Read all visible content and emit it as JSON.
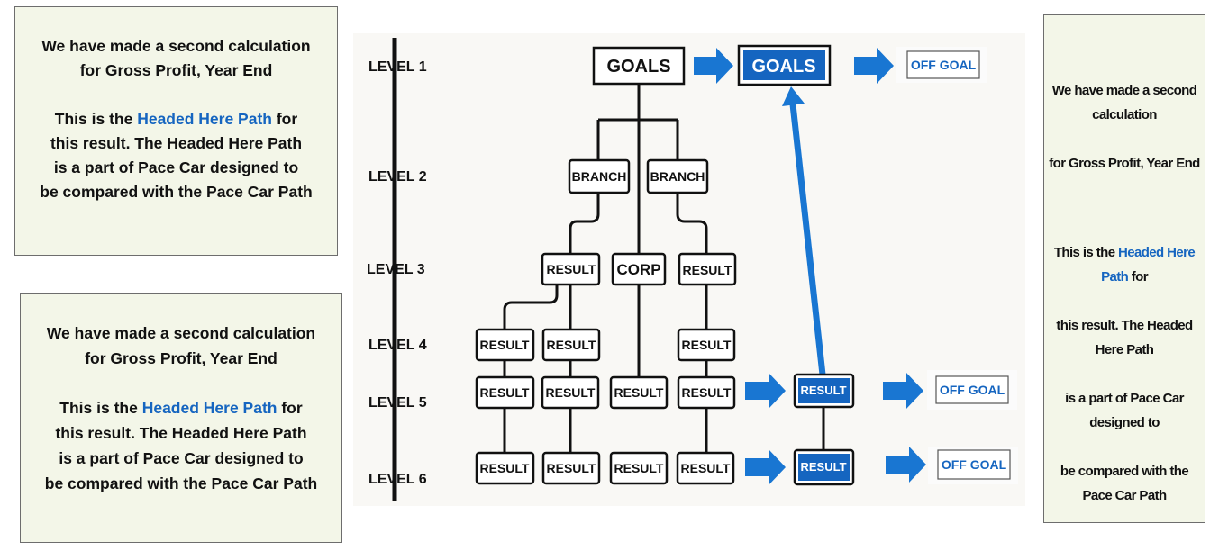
{
  "note_left_top": {
    "line1": "We have made a second calculation",
    "line2": "for Gross Profit, Year End",
    "line3_pre": "This is the ",
    "line3_hl": "Headed Here Path",
    "line3_post": " for",
    "line4": "this result. The Headed Here Path",
    "line5": "is a part of Pace Car designed to",
    "line6": "be compared with the Pace Car Path"
  },
  "note_left_bottom": {
    "line1": "We have made a second calculation",
    "line2": "for Gross Profit, Year End",
    "line3_pre": "This is the ",
    "line3_hl": "Headed Here Path",
    "line3_post": " for",
    "line4": "this result. The Headed Here Path",
    "line5": "is a part of Pace Car designed to",
    "line6": "be compared with the Pace Car Path"
  },
  "note_right": {
    "line1": "We have made a second calculation",
    "line2": "for Gross Profit, Year End",
    "line3_pre": "This is the ",
    "line3_hl": "Headed Here Path",
    "line3_post": " for",
    "line4": "this result. The Headed Here Path",
    "line5": "is a part of Pace Car designed to",
    "line6": "be compared with the Pace Car Path"
  },
  "levels": [
    "LEVEL 1",
    "LEVEL 2",
    "LEVEL 3",
    "LEVEL 4",
    "LEVEL 5",
    "LEVEL 6"
  ],
  "nodes": {
    "goals": "GOALS",
    "goals_highlight": "GOALS",
    "off_goal_1": "OFF GOAL",
    "branch_left": "BRANCH",
    "branch_right": "BRANCH",
    "l3_result_left": "RESULT",
    "l3_corp": "CORP",
    "l3_result_right": "RESULT",
    "l4_result_1": "RESULT",
    "l4_result_2": "RESULT",
    "l4_result_4": "RESULT",
    "l5_result_1": "RESULT",
    "l5_result_2": "RESULT",
    "l5_result_3": "RESULT",
    "l5_result_4": "RESULT",
    "l5_result_highlight": "RESULT",
    "off_goal_5": "OFF GOAL",
    "l6_result_1": "RESULT",
    "l6_result_2": "RESULT",
    "l6_result_3": "RESULT",
    "l6_result_4": "RESULT",
    "l6_result_highlight": "RESULT",
    "off_goal_6": "OFF GOAL"
  },
  "colors": {
    "accent_blue": "#1565c0",
    "arrow_blue": "#1976d2",
    "note_bg": "#f3f6e8",
    "diagram_bg": "#f9f8f5"
  }
}
